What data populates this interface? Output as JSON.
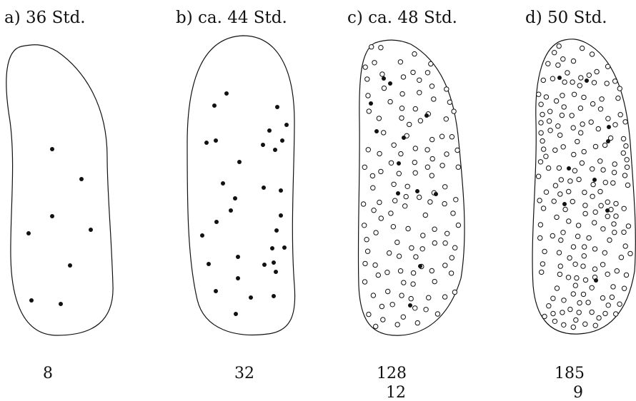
{
  "panels": [
    {
      "key": "a",
      "title": "a) 36 Std.",
      "counts": [
        "8"
      ]
    },
    {
      "key": "b",
      "title": "b) ca. 44 Std.",
      "counts": [
        "32"
      ]
    },
    {
      "key": "c",
      "title": "c) ca. 48 Std.",
      "counts": [
        "128",
        "12"
      ]
    },
    {
      "key": "d",
      "title": "d) 50 Std.",
      "counts": [
        "185",
        "9"
      ]
    }
  ],
  "legend_semantics": {
    "filled_dot": "filled dots (second count where shown)",
    "open_circle": "open circles (first count in panels c and d)"
  },
  "colors": {
    "ink": "#111111",
    "background": "#ffffff"
  }
}
